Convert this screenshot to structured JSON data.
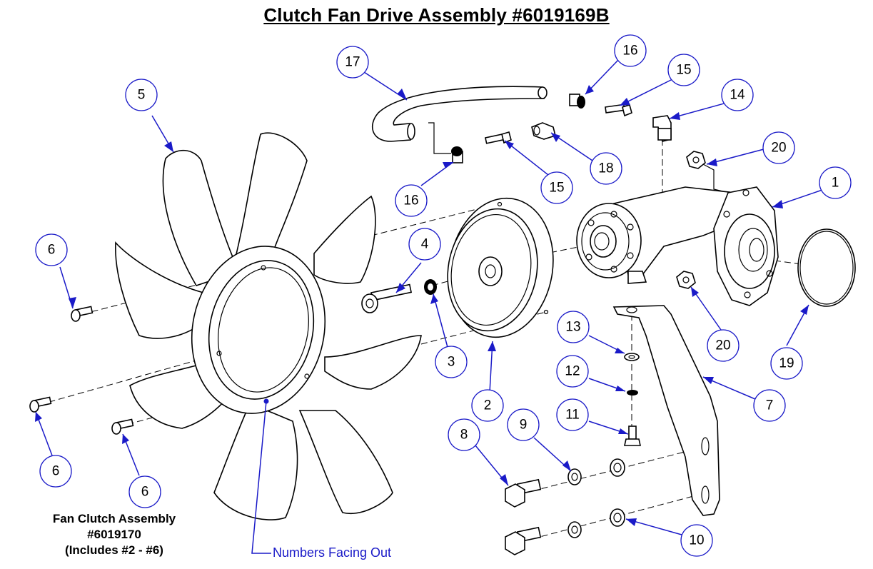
{
  "title": "Clutch Fan Drive Assembly #6019169B",
  "assembly_note": {
    "line1": "Fan Clutch Assembly",
    "line2": "#6019170",
    "line3": "(Includes #2 - #6)"
  },
  "caption": "Numbers Facing Out",
  "colors": {
    "callout": "#1a1ac8",
    "line": "#000000"
  },
  "callouts": [
    "1",
    "2",
    "3",
    "4",
    "5",
    "6",
    "6",
    "6",
    "7",
    "8",
    "9",
    "10",
    "11",
    "12",
    "13",
    "14",
    "15",
    "15",
    "16",
    "16",
    "17",
    "18",
    "19",
    "20",
    "20"
  ]
}
